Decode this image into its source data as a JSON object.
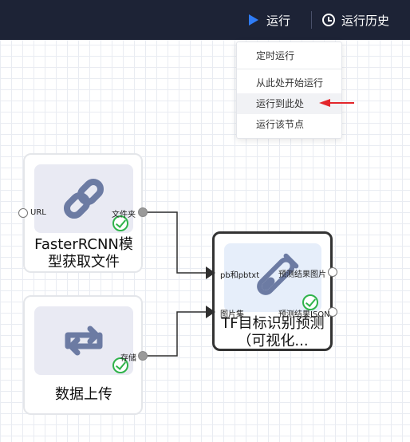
{
  "topbar": {
    "run_label": "运行",
    "history_label": "运行历史",
    "accent_color": "#2f7cf6",
    "background_color": "#1d2336"
  },
  "run_menu": {
    "items": [
      {
        "label": "定时运行"
      },
      {
        "label": "从此处开始运行"
      },
      {
        "label": "运行到此处",
        "highlighted": true
      },
      {
        "label": "运行该节点"
      }
    ]
  },
  "nodes": {
    "fasterrcnn": {
      "title": "FasterRCNN模型获取文件",
      "icon": "link-icon",
      "status": "success",
      "ports": {
        "input": "URL",
        "output": "文件夹"
      }
    },
    "upload": {
      "title": "数据上传",
      "icon": "sync-arrows-icon",
      "status": "success",
      "ports": {
        "output": "存储"
      }
    },
    "tf_predict": {
      "title": "TF目标识别预测（可视化...",
      "icon": "test-tube-icon",
      "status": "success",
      "selected": true,
      "ports": {
        "input_1": "pb和pbtxt",
        "input_2": "图片集",
        "output_1": "预测结果图片",
        "output_2": "预测结果JSON"
      }
    }
  },
  "status_color": "#2fb34a",
  "annotation_arrow_color": "#e3262b"
}
